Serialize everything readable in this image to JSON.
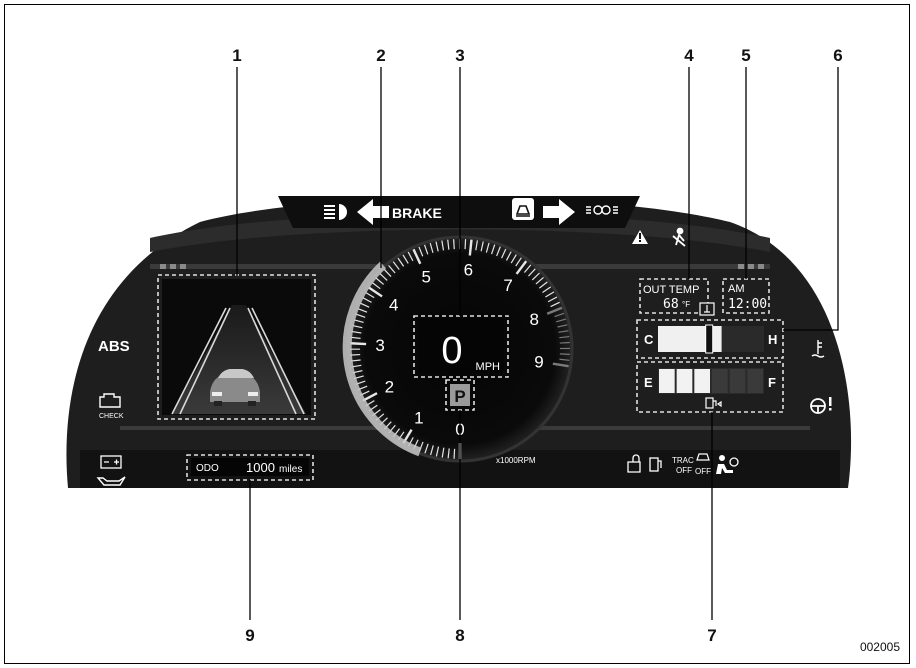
{
  "figure_code": "002005",
  "callouts": [
    "1",
    "2",
    "3",
    "4",
    "5",
    "6",
    "7",
    "8",
    "9"
  ],
  "top_bar": {
    "brake_label": "BRAKE"
  },
  "left_indicators": {
    "abs_label": "ABS",
    "check_label": "CHECK"
  },
  "tachometer": {
    "ticks": [
      "0",
      "1",
      "2",
      "3",
      "4",
      "5",
      "6",
      "7",
      "8",
      "9"
    ],
    "unit_label": "x1000RPM",
    "speed_value": "0",
    "speed_unit": "MPH",
    "gear": "P"
  },
  "outside_temp": {
    "label": "OUT TEMP",
    "value": "68",
    "unit": "°F"
  },
  "clock": {
    "period": "AM",
    "time": "12:00"
  },
  "coolant_gauge": {
    "low_label": "C",
    "high_label": "H",
    "level": 0.45
  },
  "fuel_gauge": {
    "empty_label": "E",
    "full_label": "F",
    "level": 0.45
  },
  "odometer": {
    "label": "ODO",
    "value": "1000",
    "unit": "miles"
  },
  "right_indicators": {
    "trac_label_1": "TRAC",
    "trac_label_2": "OFF",
    "vsc_off_label": "OFF"
  },
  "colors": {
    "cluster_bg": "#1e1e1e",
    "panel_dark": "#0c0c0c",
    "accent": "#9a9a9a",
    "text_light": "#ffffff"
  }
}
